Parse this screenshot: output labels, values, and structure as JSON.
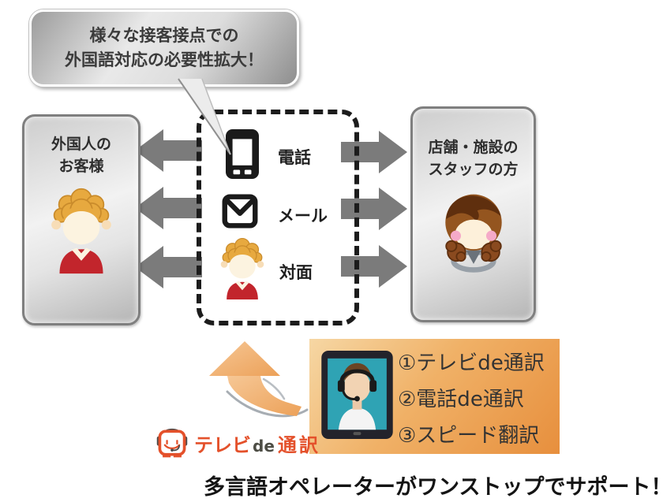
{
  "speech_bubble": {
    "line1": "様々な接客接点での",
    "line2": "外国語対応の必要性拡大！"
  },
  "left_panel": {
    "line1": "外国人の",
    "line2": "お客様"
  },
  "right_panel": {
    "line1": "店舗・施設の",
    "line2": "スタッフの方"
  },
  "channels": [
    {
      "icon": "smartphone-icon",
      "label": "電話"
    },
    {
      "icon": "mail-icon",
      "label": "メール"
    },
    {
      "icon": "customer-icon",
      "label": "対面"
    }
  ],
  "services": {
    "item1": "①テレビde通訳",
    "item2": "②電話de通訳",
    "item3": "③スピード翻訳"
  },
  "logo": {
    "part1": "テレビ",
    "part2": "de",
    "part3": "通訳"
  },
  "footer": {
    "text": "多言語オペレーターがワンストップでサポート！"
  },
  "colors": {
    "accent_orange": "#e4512b",
    "box_orange_light": "#f6d7a4",
    "box_orange_dark": "#e78f3d",
    "arrow_gray": "#7b7b7b",
    "dashed_border": "#1c1c1c",
    "shirt_red": "#c2252c",
    "screen_teal": "#2fa3b4"
  }
}
